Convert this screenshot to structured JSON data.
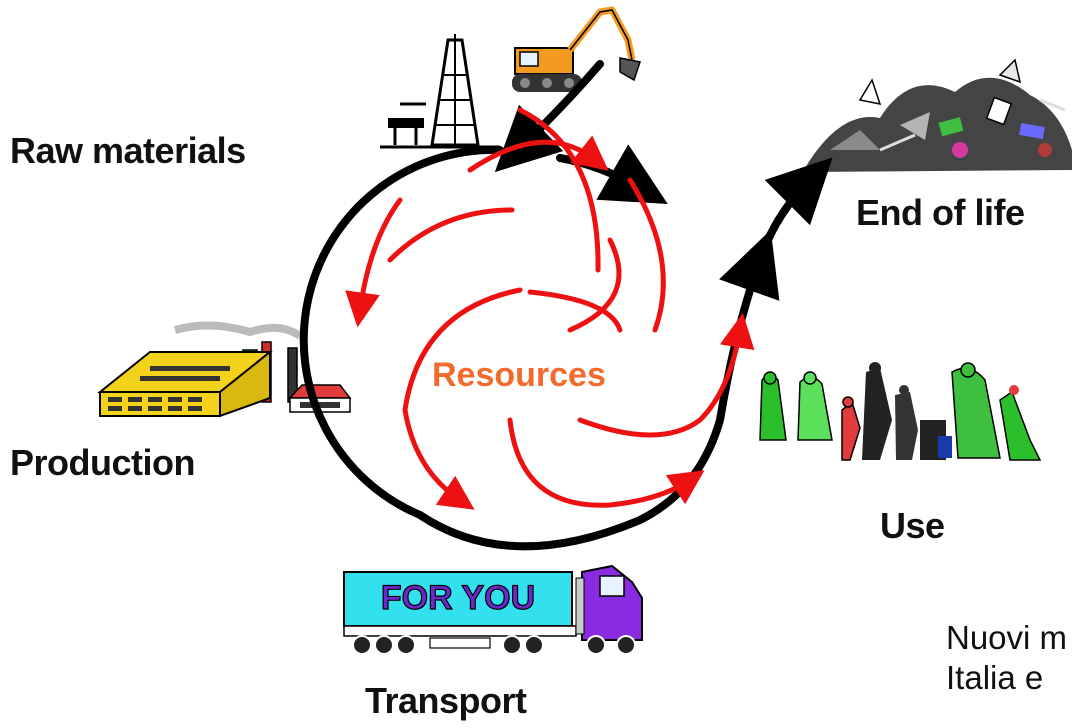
{
  "stages": {
    "raw_materials": "Raw materials",
    "end_of_life": "End of life",
    "production": "Production",
    "use": "Use",
    "transport": "Transport"
  },
  "center_label": "Resources",
  "truck_sign": "FOR YOU",
  "caption": {
    "line1": "Nuovi m",
    "line2": "Italia e"
  },
  "colors": {
    "cycle": "#000000",
    "resource_arrows": "#ee1111",
    "center_label": "#f26a2c",
    "truck_trailer": "#33e0ee",
    "truck_text": "#6a2ac8",
    "truck_cab": "#8a2be2",
    "factory": "#f2d21a"
  },
  "icons": {
    "raw_materials": "drilling-rig-and-excavator-icon",
    "production": "factory-icon",
    "transport": "truck-icon",
    "use": "people-walking-icon",
    "end_of_life": "waste-pile-icon"
  }
}
